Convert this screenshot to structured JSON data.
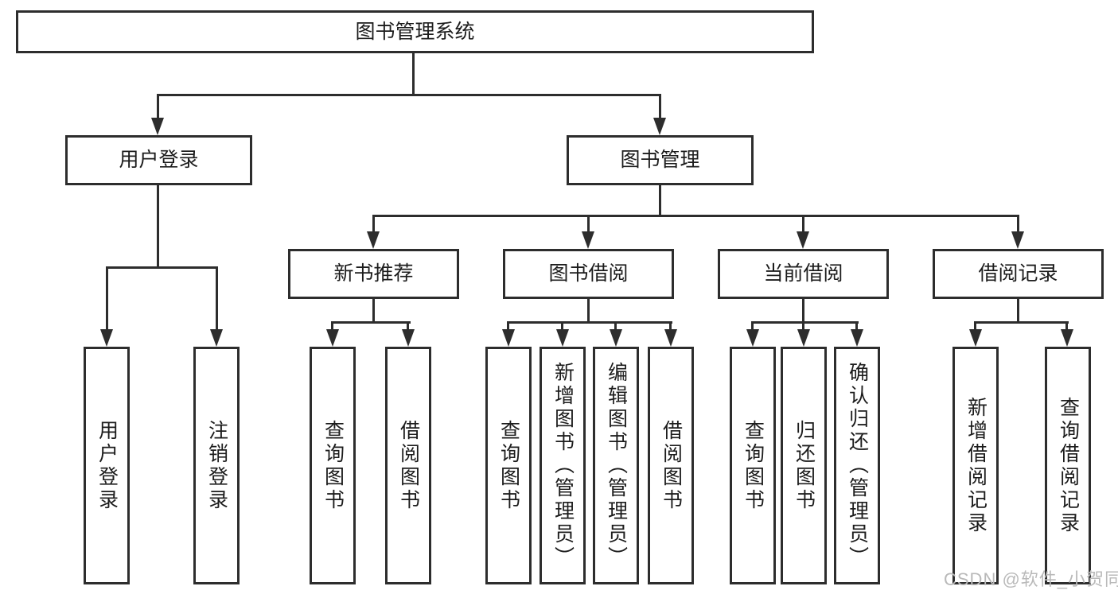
{
  "diagram": {
    "root": {
      "label": "图书管理系统"
    },
    "branches": [
      {
        "label": "用户登录",
        "children": [
          "用户登录",
          "注销登录"
        ]
      },
      {
        "label": "图书管理",
        "children": [
          {
            "label": "新书推荐",
            "children": [
              "查询图书",
              "借阅图书"
            ]
          },
          {
            "label": "图书借阅",
            "children": [
              "查询图书",
              "新增图书（管理员）",
              "编辑图书（管理员）",
              "借阅图书"
            ]
          },
          {
            "label": "当前借阅",
            "children": [
              "查询图书",
              "归还图书",
              "确认归还（管理员）"
            ]
          },
          {
            "label": "借阅记录",
            "children": [
              "新增借阅记录",
              "查询借阅记录"
            ]
          }
        ]
      }
    ],
    "watermark": "CSDN @软件_小贺同学",
    "colors": {
      "line": "#2d2d2d",
      "text": "#1c1c1c",
      "watermark": "#b9b9b9",
      "background": "#ffffff"
    }
  }
}
